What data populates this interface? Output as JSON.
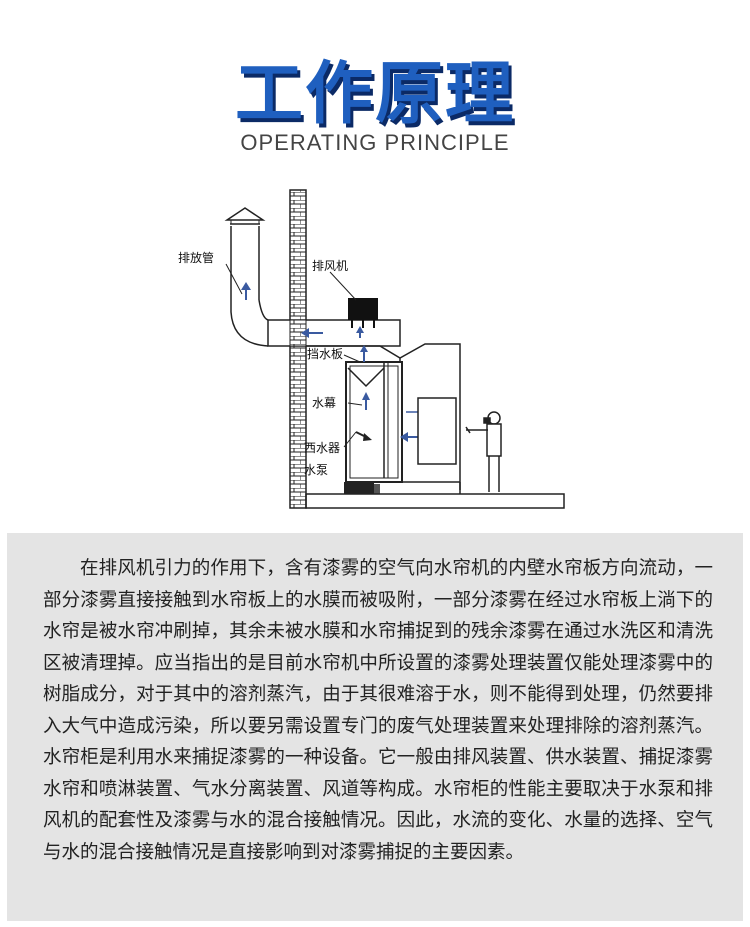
{
  "title": "工作原理",
  "subtitle": "OPERATING PRINCIPLE",
  "diagram": {
    "labels": {
      "exhaust_pipe": "排放管",
      "exhaust_fan": "排风机",
      "water_baffle": "挡水板",
      "water_curtain": "水幕",
      "separator": "西水器",
      "water_pump": "水泵"
    }
  },
  "description": "在排风机引力的作用下，含有漆雾的空气向水帘机的内壁水帘板方向流动，一部分漆雾直接接触到水帘板上的水膜而被吸附，一部分漆雾在经过水帘板上淌下的水帘是被水帘冲刷掉，其余未被水膜和水帘捕捉到的残余漆雾在通过水洗区和清洗区被清理掉。应当指出的是目前水帘机中所设置的漆雾处理装置仅能处理漆雾中的树脂成分，对于其中的溶剂蒸汽，由于其很难溶于水，则不能得到处理，仍然要排入大气中造成污染，所以要另需设置专门的废气处理装置来处理排除的溶剂蒸汽。水帘柜是利用水来捕捉漆雾的一种设备。它一般由排风装置、供水装置、捕捉漆雾水帘和喷淋装置、气水分离装置、风道等构成。水帘柜的性能主要取决于水泵和排风机的配套性及漆雾与水的混合接触情况。因此，水流的变化、水量的选择、空气与水的混合接触情况是直接影响到对漆雾捕捉的主要因素。"
}
